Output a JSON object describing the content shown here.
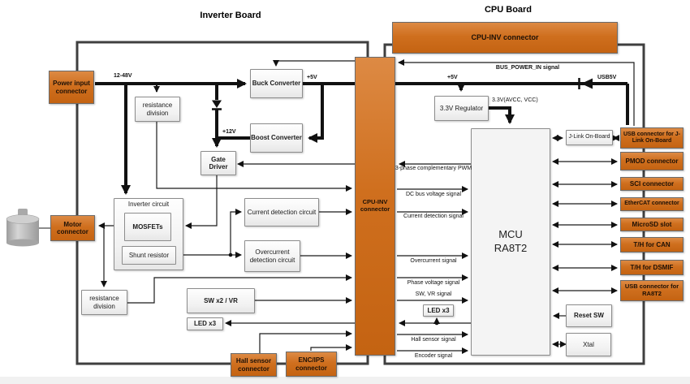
{
  "inverter_board": {
    "title": "Inverter Board",
    "connectors": {
      "power_input": "Power input connector",
      "motor": "Motor connector",
      "hall": "Hall sensor connector",
      "enc_ips": "ENC/IPS connector",
      "cpu_inv": "CPU-INV connector"
    },
    "blocks": {
      "buck": "Buck Converter",
      "boost": "Boost Converter",
      "gate_driver": "Gate Driver",
      "res_div_top": "resistance division",
      "res_div_bottom": "resistance division",
      "inverter_circuit": "Inverter circuit",
      "mosfets": "MOSFETs",
      "shunt": "Shunt resistor",
      "current_det": "Current detection circuit",
      "overcurrent_det": "Overcurrent detection circuit",
      "sw_vr": "SW x2 / VR",
      "led": "LED x3"
    },
    "labels": {
      "v_in": "12-48V",
      "v5": "+5V",
      "v12": "+12V"
    }
  },
  "cpu_board": {
    "title": "CPU Board",
    "connectors": {
      "cpu_inv_top": "CPU-INV connector",
      "right": [
        "USB connector for J-Link On-Board",
        "PMOD connector",
        "SCI connector",
        "EtherCAT connector",
        "MicroSD slot",
        "T/H for CAN",
        "T/H for DSMIF",
        "USB connector for RA8T2"
      ]
    },
    "blocks": {
      "regulator": "3.3V Regulator",
      "mcu_line1": "MCU",
      "mcu_line2": "RA8T2",
      "jlink": "J-Link On-Board",
      "led": "LED x3",
      "reset_sw": "Reset SW",
      "xtal": "Xtal"
    },
    "labels": {
      "bus_power": "BUS_POWER_IN signal",
      "v5": "+5V",
      "usb5v": "USB5V",
      "v33": "3.3V(AVCC, VCC)"
    },
    "signals": {
      "pwm": "3-phase complementary PWM",
      "dc_bus": "DC bus voltage signal",
      "current": "Current detection signal",
      "overcurrent": "Overcurrent signal",
      "phase": "Phase voltage signal",
      "sw_vr": "SW, VR signal",
      "hall": "Hall sensor signal",
      "encoder": "Encoder signal"
    }
  },
  "colors": {
    "connector_orange": "#cf6f1e",
    "board_border": "#3f3f3f",
    "line_black": "#111111"
  }
}
